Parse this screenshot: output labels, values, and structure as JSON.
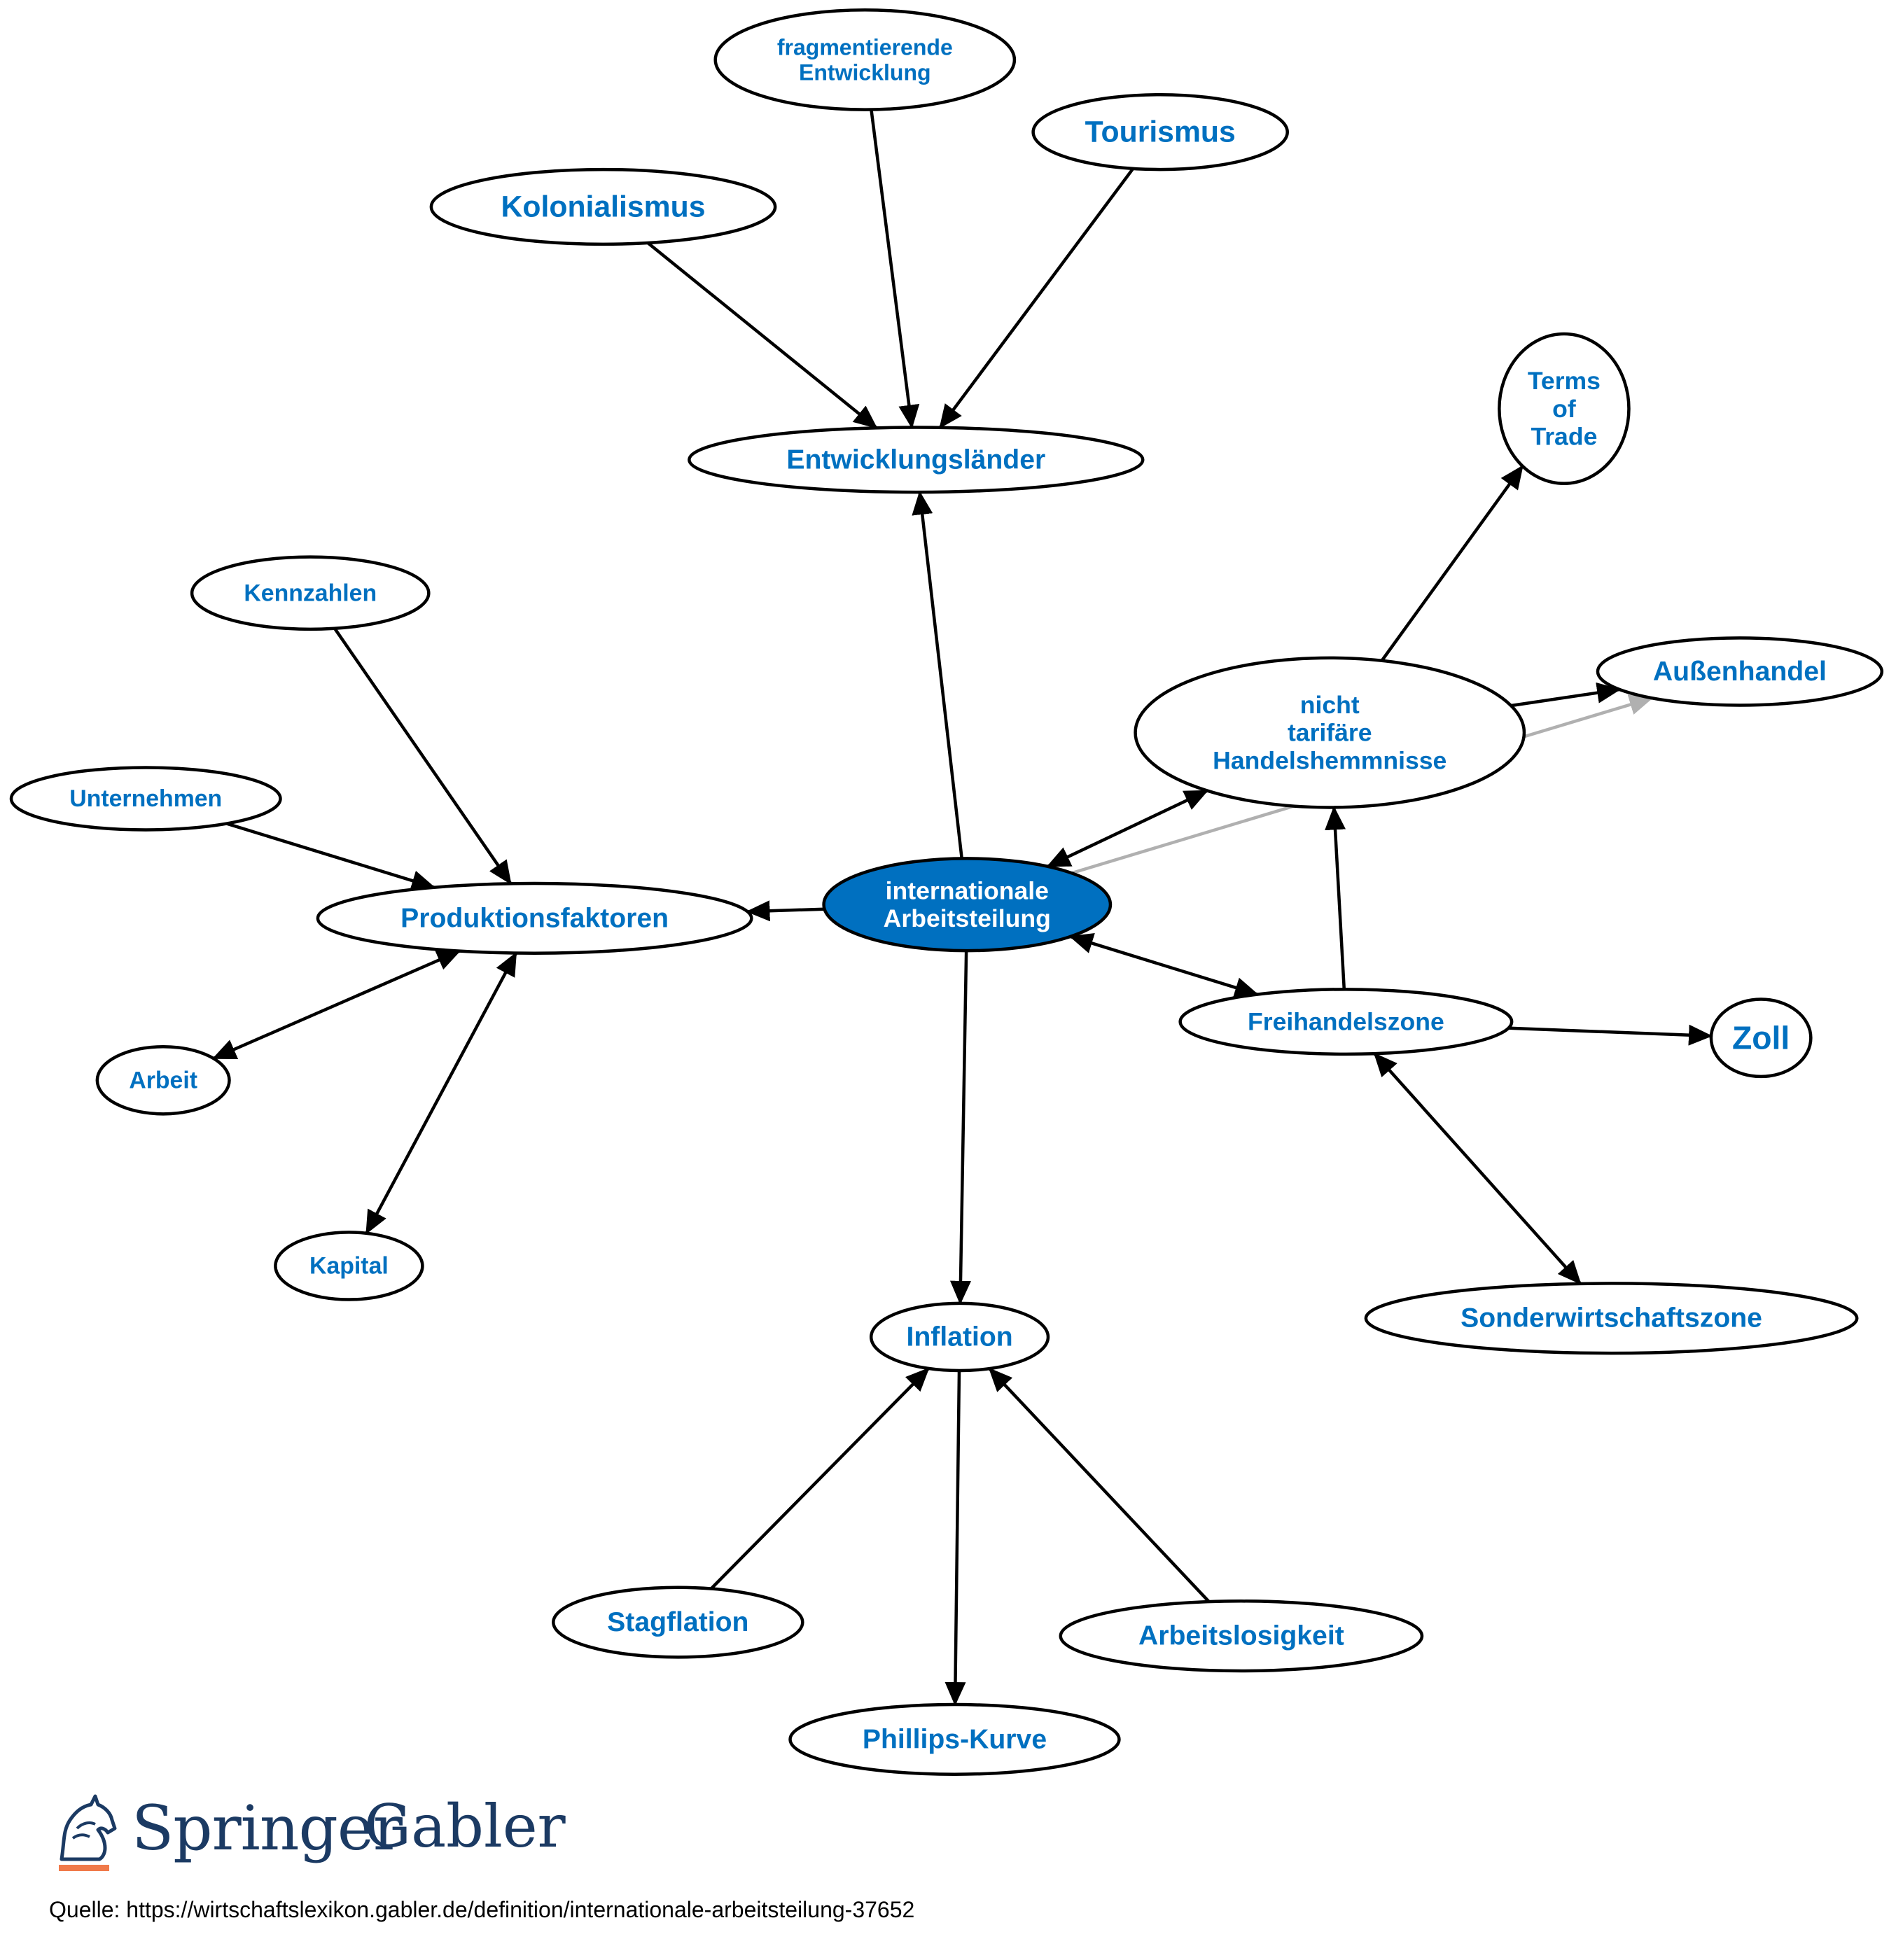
{
  "diagram": {
    "nodes": [
      {
        "id": "center",
        "label": [
          "internationale",
          "Arbeitsteilung"
        ]
      },
      {
        "id": "entwicklungslaender",
        "label": [
          "Entwicklungsländer"
        ]
      },
      {
        "id": "kolonialismus",
        "label": [
          "Kolonialismus"
        ]
      },
      {
        "id": "fragmentierende",
        "label": [
          "fragmentierende",
          "Entwicklung"
        ]
      },
      {
        "id": "tourismus",
        "label": [
          "Tourismus"
        ]
      },
      {
        "id": "terms",
        "label": [
          "Terms",
          "of",
          "Trade"
        ]
      },
      {
        "id": "aussenhandel",
        "label": [
          "Außenhandel"
        ]
      },
      {
        "id": "nicht_tarif",
        "label": [
          "nicht",
          "tarifäre",
          "Handelshemmnisse"
        ]
      },
      {
        "id": "kennzahlen",
        "label": [
          "Kennzahlen"
        ]
      },
      {
        "id": "unternehmen",
        "label": [
          "Unternehmen"
        ]
      },
      {
        "id": "produktionsfaktoren",
        "label": [
          "Produktionsfaktoren"
        ]
      },
      {
        "id": "arbeit",
        "label": [
          "Arbeit"
        ]
      },
      {
        "id": "kapital",
        "label": [
          "Kapital"
        ]
      },
      {
        "id": "freihandelszone",
        "label": [
          "Freihandelszone"
        ]
      },
      {
        "id": "zoll",
        "label": [
          "Zoll"
        ]
      },
      {
        "id": "sonderwirtschaftszone",
        "label": [
          "Sonderwirtschaftszone"
        ]
      },
      {
        "id": "inflation",
        "label": [
          "Inflation"
        ]
      },
      {
        "id": "stagflation",
        "label": [
          "Stagflation"
        ]
      },
      {
        "id": "arbeitslosigkeit",
        "label": [
          "Arbeitslosigkeit"
        ]
      },
      {
        "id": "phillips",
        "label": [
          "Phillips-Kurve"
        ]
      }
    ],
    "edges": [
      {
        "from": "kolonialismus",
        "to": "entwicklungslaender",
        "dir": "forward"
      },
      {
        "from": "fragmentierende",
        "to": "entwicklungslaender",
        "dir": "forward"
      },
      {
        "from": "tourismus",
        "to": "entwicklungslaender",
        "dir": "forward"
      },
      {
        "from": "center",
        "to": "entwicklungslaender",
        "dir": "forward"
      },
      {
        "from": "nicht_tarif",
        "to": "terms",
        "dir": "forward"
      },
      {
        "from": "nicht_tarif",
        "to": "aussenhandel",
        "dir": "forward"
      },
      {
        "from": "center",
        "to": "aussenhandel",
        "dir": "forward",
        "style": "gray"
      },
      {
        "from": "center",
        "to": "nicht_tarif",
        "dir": "both"
      },
      {
        "from": "kennzahlen",
        "to": "produktionsfaktoren",
        "dir": "forward"
      },
      {
        "from": "unternehmen",
        "to": "produktionsfaktoren",
        "dir": "forward"
      },
      {
        "from": "center",
        "to": "produktionsfaktoren",
        "dir": "forward"
      },
      {
        "from": "produktionsfaktoren",
        "to": "arbeit",
        "dir": "both"
      },
      {
        "from": "produktionsfaktoren",
        "to": "kapital",
        "dir": "both"
      },
      {
        "from": "center",
        "to": "freihandelszone",
        "dir": "both"
      },
      {
        "from": "freihandelszone",
        "to": "nicht_tarif",
        "dir": "forward"
      },
      {
        "from": "freihandelszone",
        "to": "zoll",
        "dir": "forward"
      },
      {
        "from": "freihandelszone",
        "to": "sonderwirtschaftszone",
        "dir": "both"
      },
      {
        "from": "center",
        "to": "inflation",
        "dir": "forward"
      },
      {
        "from": "stagflation",
        "to": "inflation",
        "dir": "forward"
      },
      {
        "from": "arbeitslosigkeit",
        "to": "inflation",
        "dir": "forward"
      },
      {
        "from": "inflation",
        "to": "phillips",
        "dir": "forward"
      }
    ]
  },
  "colors": {
    "accent": "#0070c0",
    "center_fill": "#0070c0",
    "center_text": "#ffffff",
    "node_text": "#0070c0",
    "stroke": "#000000",
    "gray_edge": "#b0b0b0",
    "logo_navy": "#1b3a63",
    "logo_orange": "#f07a4a"
  },
  "logo": {
    "springer": "Springer",
    "gabler": "Gabler",
    "icon": "knight-chess-piece-icon"
  },
  "source": "Quelle: https://wirtschaftslexikon.gabler.de/definition/internationale-arbeitsteilung-37652"
}
